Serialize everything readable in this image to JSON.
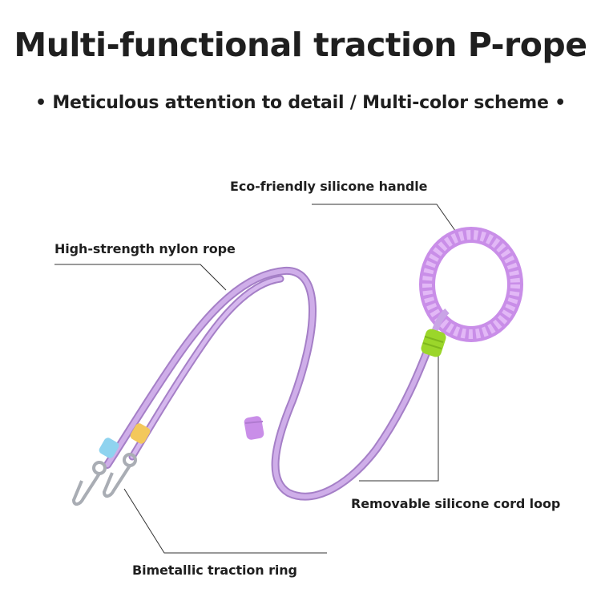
{
  "header": {
    "title": "Multi-functional traction P-rope",
    "subtitle": "• Meticulous attention to detail / Multi-color scheme •"
  },
  "callouts": {
    "handle": "Eco-friendly silicone handle",
    "nylon": "High-strength nylon rope",
    "loop": "Removable silicone cord loop",
    "ring": "Bimetallic traction ring"
  },
  "colors": {
    "text": "#1f1f1f",
    "rope": "#c9a4e6",
    "handle": "#d39ef0",
    "green_loop": "#9bd62a",
    "blue_ring": "#8fd3ef",
    "yellow_ring": "#f3c85c",
    "metal": "#b9bcc2"
  }
}
